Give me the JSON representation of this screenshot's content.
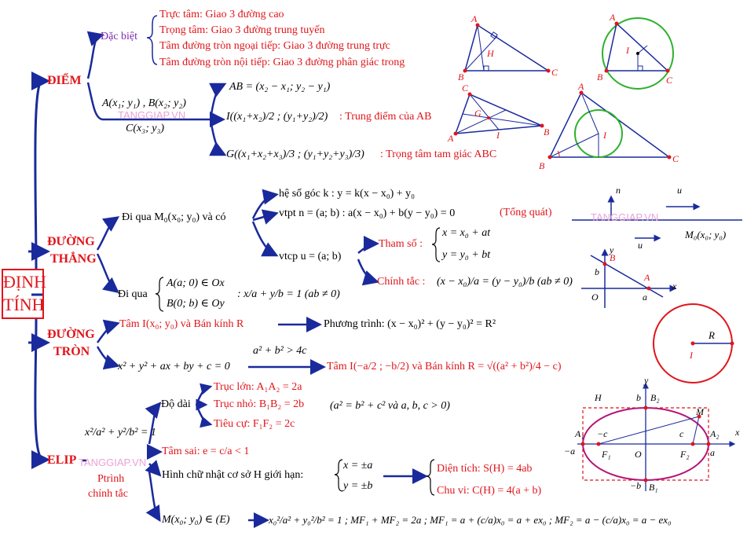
{
  "root": "ĐỊNH TÍNH",
  "diem": {
    "header": "ĐIỂM",
    "dac_biet": "Đặc biệt",
    "items": [
      "Trực tâm: Giao 3 đường cao",
      "Trọng tâm: Giao 3 đường trung tuyến",
      "Tâm đường tròn ngoại tiếp: Giao 3 đường trung trực",
      "Tâm đường tròn nội tiếp: Giao 3 đường phân giác trong"
    ],
    "points_a": "A(x₁; y₁) , B(x₂; y₂)",
    "points_c": "C(x₃; y₃)",
    "vec_ab": "AB = (x₂ − x₁; y₂ − y₁)",
    "midpoint": "I((x₁+x₂)/2 ; (y₁+y₂)/2)",
    "midpoint_note": ": Trung điểm của AB",
    "centroid": "G((x₁+x₂+x₃)/3 ; (y₁+y₂+y₃)/3)",
    "centroid_note": ": Trọng tâm tam giác ABC"
  },
  "duong_thang": {
    "header_1": "ĐƯỜNG",
    "header_2": "THẲNG",
    "di_qua_m": "Đi qua M₀(x₀; y₀) và có",
    "he_so_goc": "hệ số góc k : y = k(x − x₀) + y₀",
    "vtpt": "vtpt n = (a; b) : a(x − x₀) + b(y − y₀) = 0",
    "tong_quat": "(Tổng quát)",
    "vtcp": "vtcp u = (a; b)",
    "tham_so_label": "Tham số :",
    "tham_so_1": "x = x₀ + at",
    "tham_so_2": "y = y₀ + bt",
    "chinh_tac_label": "Chính tắc :",
    "chinh_tac_eq": "(x − x₀)/a = (y − y₀)/b  (ab ≠ 0)",
    "di_qua_ab": "Đi qua",
    "ab_1": "A(a; 0) ∈ Ox",
    "ab_2": "B(0; b) ∈ Oy",
    "doan_chan": ": x/a + y/b = 1  (ab ≠ 0)"
  },
  "duong_tron": {
    "header_1": "ĐƯỜNG",
    "header_2": "TRÒN",
    "tam_ban_kinh": "Tâm I(x₀; y₀) và Bán kính R",
    "phuong_trinh": "Phương trình: (x − x₀)² + (y − y₀)² = R²",
    "tong_quat": "x² + y² + ax + by + c = 0",
    "dieu_kien": "a² + b² > 4c",
    "tam_2": "Tâm I(−a/2 ; −b/2) và Bán kính R = √((a² + b²)/4 − c)"
  },
  "elip": {
    "header": "ELIP",
    "pt": "x²/a² + y²/b² = 1",
    "pt_label_1": "Ptrình",
    "pt_label_2": "chính tắc",
    "do_dai": "Độ dài",
    "truc_lon": "Trục lớn: A₁A₂ = 2a",
    "truc_nho": "Trục nhỏ: B₁B₂ = 2b",
    "tieu_cu": "Tiêu cự: F₁F₂ = 2c",
    "relation": "(a² = b² + c² và a, b, c > 0)",
    "tam_sai": "Tâm sai: e = c/a < 1",
    "hcn": "Hình chữ nhật cơ sở H giới hạn:",
    "hcn_1": "x = ±a",
    "hcn_2": "y = ±b",
    "dien_tich": "Diện tích: S(H) = 4ab",
    "chu_vi": "Chu vi: C(H) = 4(a + b)",
    "m_in_e": "M(x₀; y₀) ∈ (E)",
    "m_eq": "x₀²/a² + y₀²/b² = 1 ; MF₁ + MF₂ = 2a ; MF₁ = a + (c/a)x₀ = a + ex₀ ; MF₂ = a − (c/a)x₀ = a − ex₀"
  },
  "watermark": "TANGGIAP.VN",
  "colors": {
    "arrow": "#1a2a9c",
    "accent": "#e0151b",
    "purple": "#7b2bb0",
    "circle": "#2db12d"
  }
}
